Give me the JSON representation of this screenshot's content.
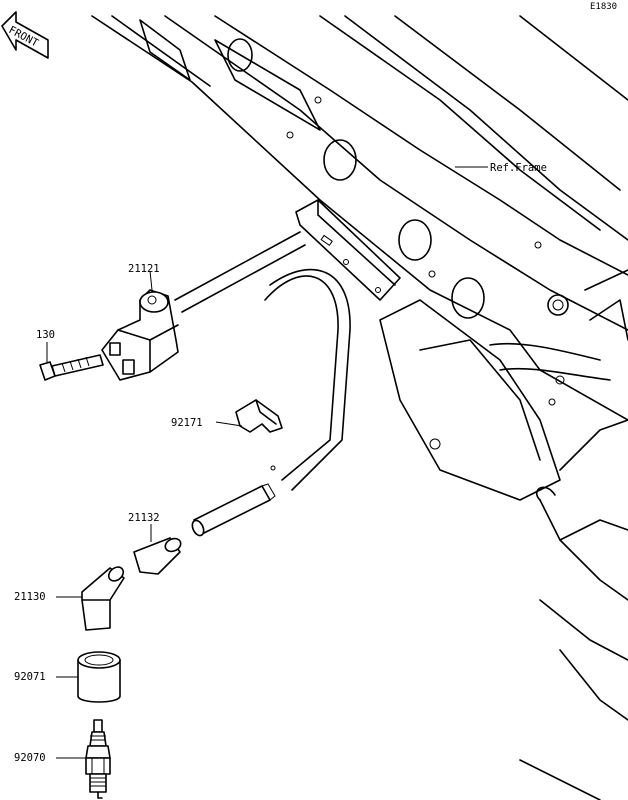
{
  "diagram_code": "E1830",
  "front_marker": "FRONT",
  "labels": {
    "ref_frame": "Ref.Frame",
    "part_21121": "21121",
    "part_130": "130",
    "part_92171": "92171",
    "part_21132": "21132",
    "part_21130": "21130",
    "part_92071": "92071",
    "part_92070": "92070"
  }
}
